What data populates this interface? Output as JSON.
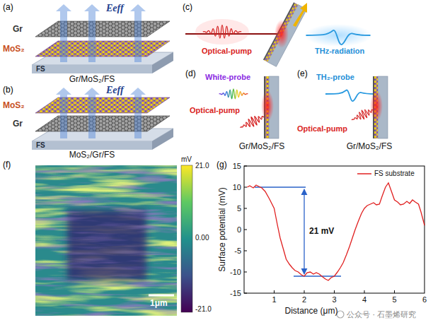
{
  "diagram": {
    "nodes": [
      {
        "text": [
          "FS"
        ]
      },
      {
        "text": [
          "FS"
        ]
      },
      {
        "text": [
          "1μm"
        ]
      }
    ],
    "labels": [
      "(a)",
      "Eeff",
      "Gr",
      "MoS₂",
      "Gr/MoS₂/FS",
      "(b)",
      "Eeff",
      "MoS₂",
      "Gr",
      "MoS₂/Gr/FS",
      "(c)",
      "Optical-pump",
      "THz-radiation",
      "(d)",
      "White-probe",
      "Optical-pump",
      "Gr/MoS₂/FS",
      "(e)",
      "TH₂-probe",
      "Optical-pump",
      "Gr/MoS₂/FS",
      "(f)",
      "mV",
      "21.0",
      "0.00",
      "-21.0",
      "(g)",
      "21 mV",
      "Surface potential (mV)",
      "Distance (μm)",
      "15",
      "10",
      "5",
      "0",
      "-5",
      "-10",
      "-15",
      "1",
      "2",
      "3",
      "4",
      "5",
      "6",
      "公众号 · 石墨烯研究"
    ],
    "legend": [
      {
        "text": "FS substrate"
      }
    ]
  }
}
